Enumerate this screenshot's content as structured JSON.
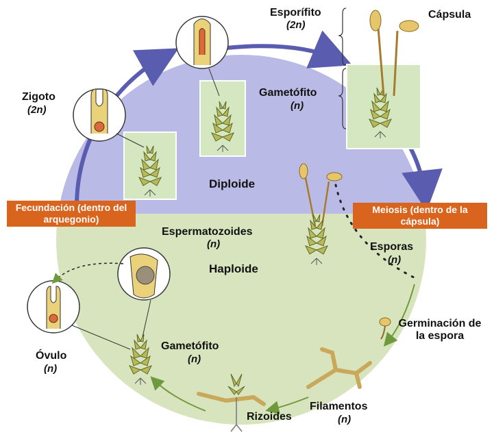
{
  "regions": {
    "diploid": "Diploide",
    "haploid": "Haploide"
  },
  "events": {
    "fertilization": "Fecundación (dentro del arquegonio)",
    "meiosis": "Meiosis (dentro de la cápsula)"
  },
  "labels": {
    "sporophyte": {
      "name": "Esporífito",
      "ploidy": "(2n)"
    },
    "capsule": {
      "name": "Cápsula"
    },
    "gametophyte_top": {
      "name": "Gametófito",
      "ploidy": "(n)"
    },
    "zygote": {
      "name": "Zigoto",
      "ploidy": "(2n)"
    },
    "sperm": {
      "name": "Espermatozoides",
      "ploidy": "(n)"
    },
    "spores": {
      "name": "Esporas",
      "ploidy": "(n)"
    },
    "germination": {
      "name": "Germinación de la espora"
    },
    "gametophyte_bottom": {
      "name": "Gametófito",
      "ploidy": "(n)"
    },
    "ovule": {
      "name": "Óvulo",
      "ploidy": "(n)"
    },
    "filaments": {
      "name": "Filamentos",
      "ploidy": "(n)"
    },
    "rhizoids": {
      "name": "Rizoides"
    }
  },
  "colors": {
    "diploid_fill": "#b9bbe6",
    "haploid_fill": "#d7e4bd",
    "cycle_arrow_diploid": "#5a5cb0",
    "cycle_arrow_haploid": "#6f9a3c",
    "event_box": "#d9641e",
    "plant_panel": "#d4e7c0",
    "moss": "#b9b85a"
  }
}
